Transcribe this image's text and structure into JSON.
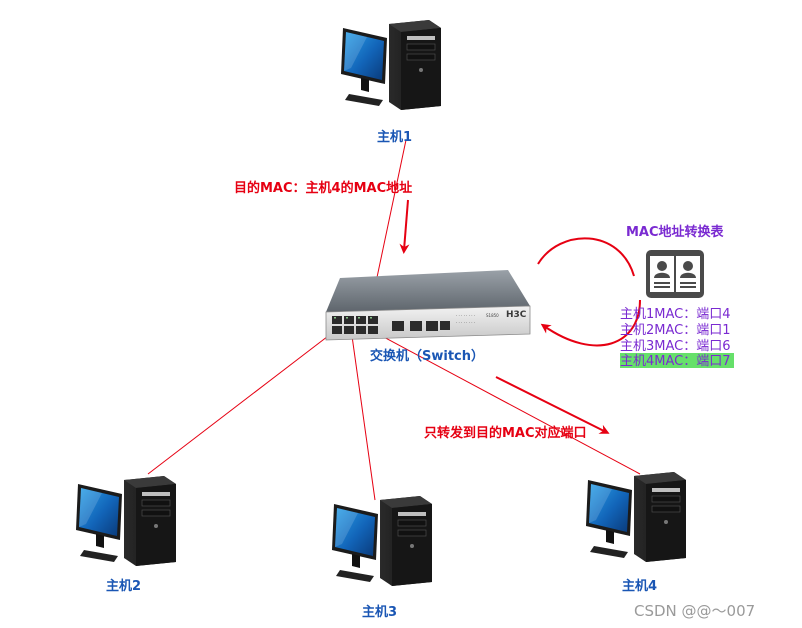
{
  "hosts": [
    {
      "label": "主机1"
    },
    {
      "label": "主机2"
    },
    {
      "label": "主机3"
    },
    {
      "label": "主机4"
    }
  ],
  "switch": {
    "label": "交换机（Switch）",
    "brand": "H3C",
    "model": "S1850"
  },
  "annotations": {
    "dest_mac": "目的MAC：主机4的MAC地址",
    "forward": "只转发到目的MAC对应端口"
  },
  "mac_table": {
    "title": "MAC地址转换表",
    "rows": [
      {
        "text": "主机1MAC：端口4",
        "highlight": false
      },
      {
        "text": "主机2MAC：端口1",
        "highlight": false
      },
      {
        "text": "主机3MAC：端口6",
        "highlight": false
      },
      {
        "text": "主机4MAC：端口7",
        "highlight": true
      }
    ]
  },
  "watermark": "CSDN @@～007",
  "colors": {
    "link": "#e60012",
    "host_label": "#1a56b4",
    "table_text": "#7a2ad1",
    "highlight": "#66e06a"
  },
  "icons": [
    "computer-icon",
    "switch-device",
    "book-contacts-icon"
  ]
}
